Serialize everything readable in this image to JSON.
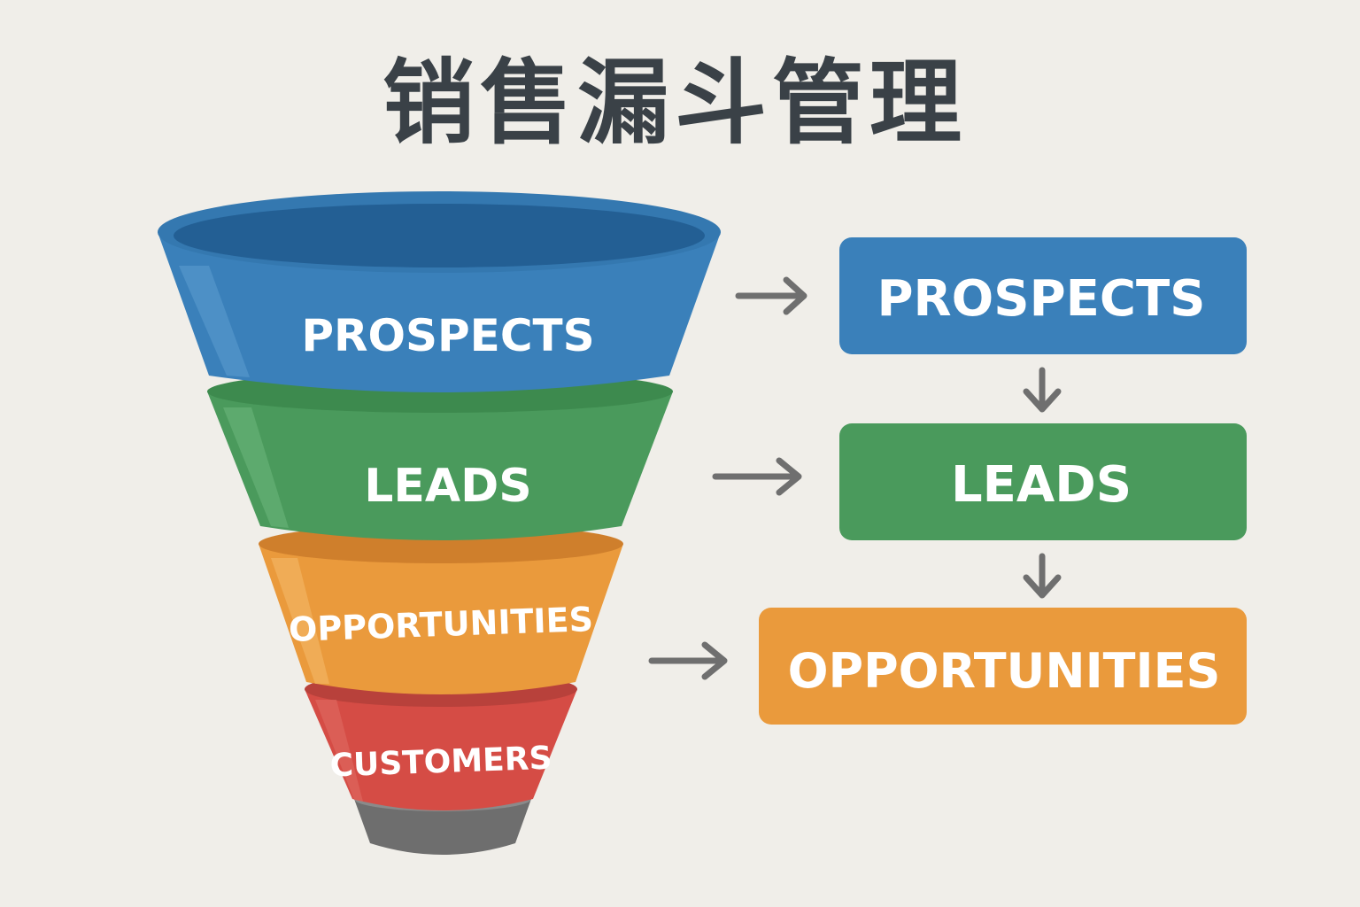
{
  "title": "销售漏斗管理",
  "colors": {
    "background": "#f0eee9",
    "title": "#3a4147",
    "prospects": "#3a80ba",
    "leads": "#4a9a5c",
    "opportunities": "#ea9a3c",
    "customers": "#d54c45",
    "funnel_tip": "#707070",
    "arrow": "#6f6f6f"
  },
  "funnel": {
    "stages": [
      {
        "label": "PROSPECTS",
        "color": "#3a80ba"
      },
      {
        "label": "LEADS",
        "color": "#4a9a5c"
      },
      {
        "label": "OPPORTUNITIES",
        "color": "#ea9a3c"
      },
      {
        "label": "CUSTOMERS",
        "color": "#d54c45"
      }
    ]
  },
  "flow_boxes": [
    {
      "label": "PROSPECTS",
      "color": "#3a80ba"
    },
    {
      "label": "LEADS",
      "color": "#4a9a5c"
    },
    {
      "label": "OPPORTUNITIES",
      "color": "#ea9a3c"
    }
  ]
}
